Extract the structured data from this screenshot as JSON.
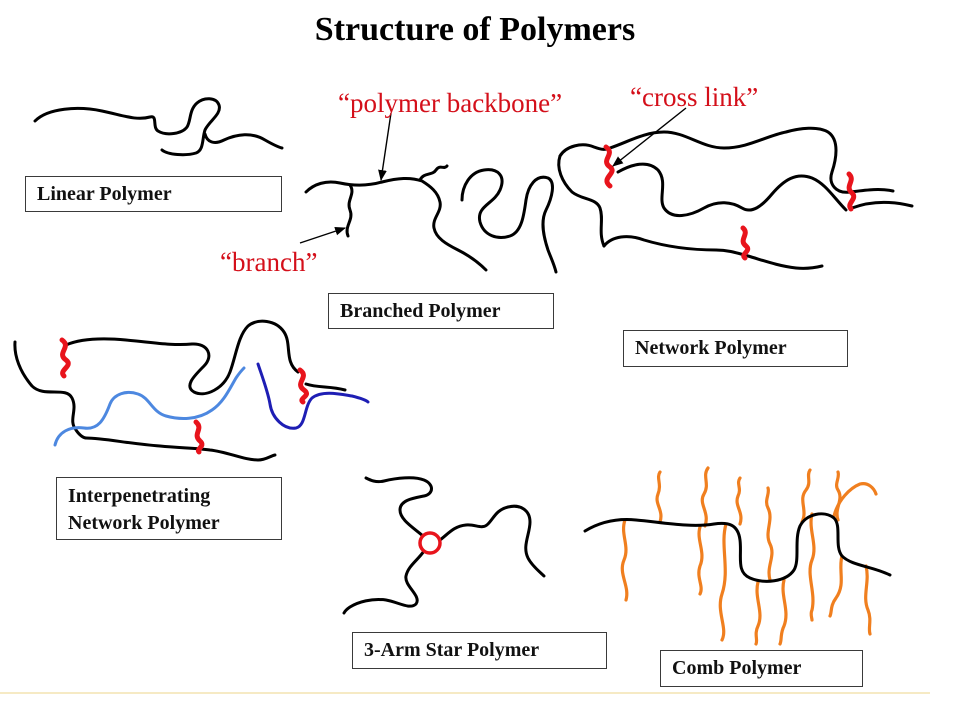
{
  "slide": {
    "title": "Structure of Polymers"
  },
  "annotations": {
    "polymer_backbone": "“polymer backbone”",
    "cross_link": "“cross link”",
    "branch": "“branch”"
  },
  "labels": {
    "linear": "Linear Polymer",
    "branched": "Branched Polymer",
    "network": "Network Polymer",
    "interpenetrating_line1": "Interpenetrating",
    "interpenetrating_line2": "Network Polymer",
    "star": "3-Arm Star Polymer",
    "comb": "Comb Polymer"
  },
  "colors": {
    "chain": "#000000",
    "cross_link": "#e8141c",
    "annotation_text": "#d40f1a",
    "network_a": "#4d88e0",
    "network_b": "#1e1eb4",
    "comb_teeth": "#f07f1f",
    "star_core": "#e8141c",
    "footer_rule": "#f3e4b0"
  }
}
